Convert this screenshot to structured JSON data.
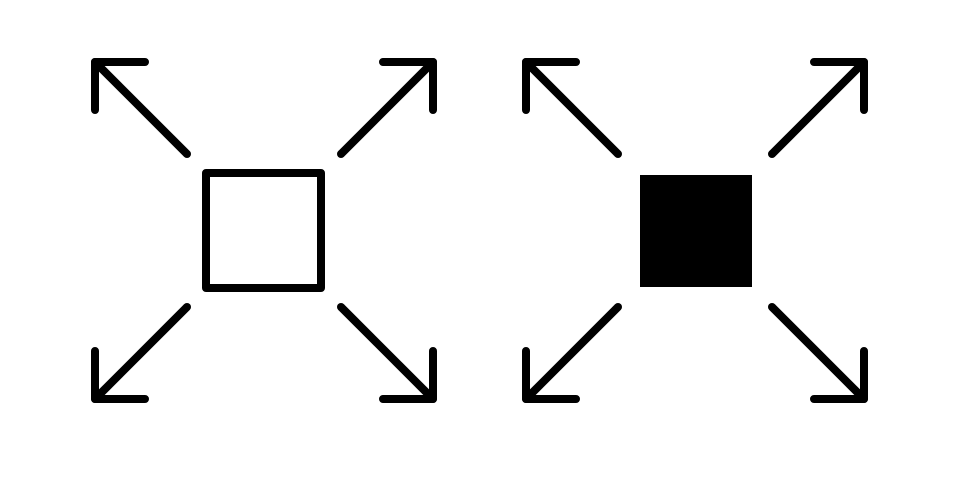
{
  "canvas": {
    "background": "#ffffff"
  },
  "icons": [
    {
      "name": "expand-outline-icon",
      "style": "outline",
      "center_square": "hollow",
      "color": "#000000"
    },
    {
      "name": "expand-filled-icon",
      "style": "filled",
      "center_square": "solid",
      "color": "#000000"
    }
  ]
}
